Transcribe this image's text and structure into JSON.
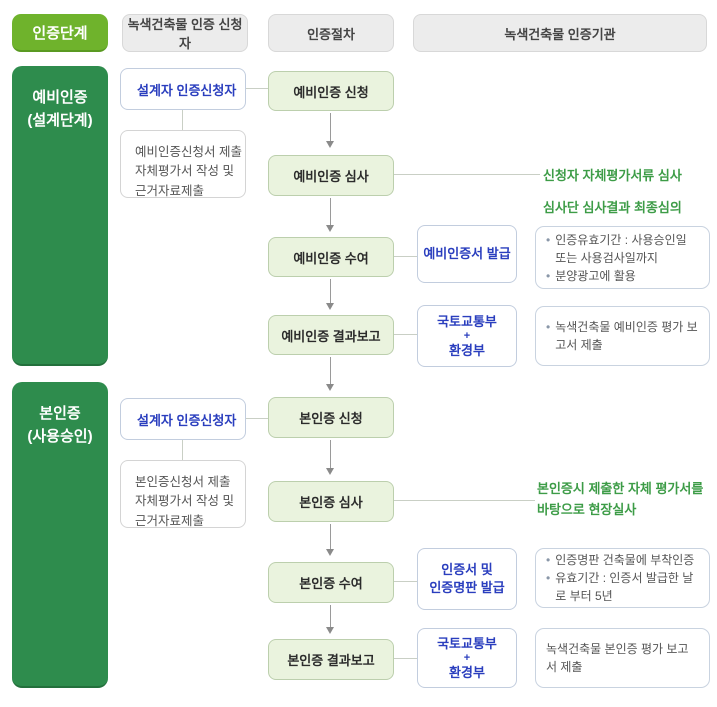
{
  "icons": {
    "bullet": "•"
  },
  "colors": {
    "stage_green": "#6fb32c",
    "section_green": "#2e8c4d",
    "step_fill": "#eaf3de",
    "step_border": "#bccfad",
    "gray_fill": "#ececec",
    "blue_text": "#2a3ebe",
    "green_text": "#3d9c47"
  },
  "header": {
    "stage": "인증단계",
    "applicant_col": "녹색건축물 인증 신청자",
    "process_col": "인증절차",
    "agency_col": "녹색건축물 인증기관"
  },
  "pre": {
    "section_line1": "예비인증",
    "section_line2": "(설계단계)",
    "applicant": "설계자 인증신청자",
    "applicant_desc": {
      "line1": "예비인증신청서 제출",
      "line2": "자체평가서 작성 및",
      "line3": "근거자료제출"
    },
    "steps": {
      "apply": "예비인증 신청",
      "review": "예비인증 심사",
      "award": "예비인증 수여",
      "report": "예비인증 결과보고"
    },
    "review_note1": "신청자 자체평가서류 심사",
    "review_note2": "심사단 심사결과 최종심의",
    "award_issue": "예비인증서 발급",
    "award_note1": "인증유효기간 : 사용승인일 또는 사용검사일까지",
    "award_note2": "분양광고에 활용",
    "agency": {
      "line1": "국토교통부",
      "plus": "+",
      "line2": "환경부"
    },
    "report_note": "녹색건축물 예비인증 평가 보고서 제출"
  },
  "main": {
    "section_line1": "본인증",
    "section_line2": "(사용승인)",
    "applicant": "설계자 인증신청자",
    "applicant_desc": {
      "line1": "본인증신청서 제출",
      "line2": "자체평가서 작성 및",
      "line3": "근거자료제출"
    },
    "steps": {
      "apply": "본인증 신청",
      "review": "본인증 심사",
      "award": "본인증 수여",
      "report": "본인증 결과보고"
    },
    "review_note1": "본인증시 제출한 자체 평가서를",
    "review_note2": "바탕으로 현장실사",
    "award_issue": {
      "line1": "인증서 및",
      "line2": "인증명판 발급"
    },
    "award_note1": "인증명판 건축물에 부착인증",
    "award_note2": "유효기간 : 인증서 발급한 날로 부터 5년",
    "agency": {
      "line1": "국토교통부",
      "plus": "+",
      "line2": "환경부"
    },
    "report_note": "녹색건축물 본인증 평가 보고서 제출"
  }
}
